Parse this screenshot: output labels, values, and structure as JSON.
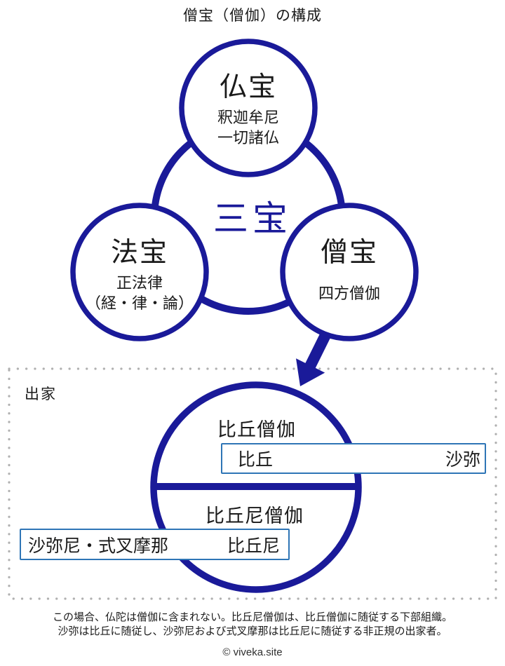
{
  "title": "僧宝（僧伽）の構成",
  "colors": {
    "navy": "#1a1a99",
    "box_blue": "#2e75b6",
    "dot_gray": "#b0b0b0",
    "text": "#1a1a1a"
  },
  "triple_gem": {
    "center_label": "三宝",
    "circles": [
      {
        "id": "buddha",
        "title": "仏宝",
        "lines": [
          "釈迦牟尼",
          "一切諸仏"
        ]
      },
      {
        "id": "dharma",
        "title": "法宝",
        "lines": [
          "正法律",
          "（経・律・論）"
        ]
      },
      {
        "id": "sangha",
        "title": "僧宝",
        "lines": [
          "四方僧伽"
        ]
      }
    ]
  },
  "ordained": {
    "label": "出家",
    "upper": {
      "heading": "比丘僧伽",
      "box_left": "比丘",
      "box_right": "沙弥"
    },
    "lower": {
      "heading": "比丘尼僧伽",
      "box_left": "沙弥尼・式叉摩那",
      "box_right": "比丘尼"
    }
  },
  "footnotes": [
    "この場合、仏陀は僧伽に含まれない。比丘尼僧伽は、比丘僧伽に随従する下部組織。",
    "沙弥は比丘に随従し、沙弥尼および式叉摩那は比丘尼に随従する非正規の出家者。"
  ],
  "copyright": "© viveka.site"
}
